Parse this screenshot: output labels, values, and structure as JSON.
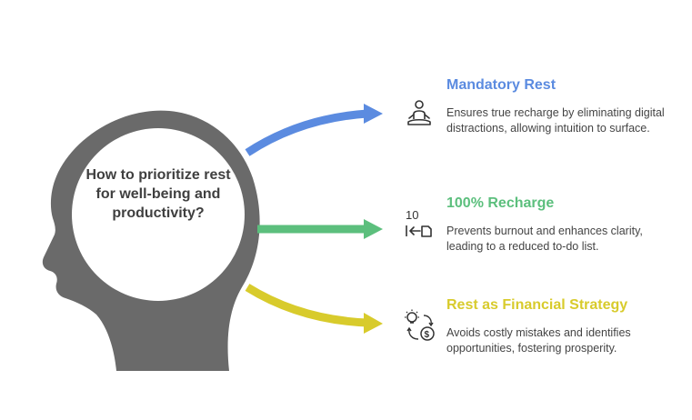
{
  "center": {
    "question": "How to prioritize rest for well-being and productivity?"
  },
  "items": [
    {
      "title": "Mandatory Rest",
      "description": "Ensures true recharge by eliminating digital distractions, allowing intuition to surface.",
      "color": "#5b8be0",
      "icon": "meditation-icon"
    },
    {
      "title": "100% Recharge",
      "description": "Prevents burnout and enhances clarity, leading to a reduced to-do list.",
      "color": "#5cbf7d",
      "icon": "ten-to-one-icon",
      "icon_text": "10"
    },
    {
      "title": "Rest as Financial Strategy",
      "description": "Avoids costly mistakes and identifies opportunities, fostering prosperity.",
      "color": "#d8cb2c",
      "icon": "idea-money-cycle-icon"
    }
  ],
  "colors": {
    "head": "#6a6a6a",
    "question_text": "#3f3f3f",
    "body_text": "#444444"
  }
}
